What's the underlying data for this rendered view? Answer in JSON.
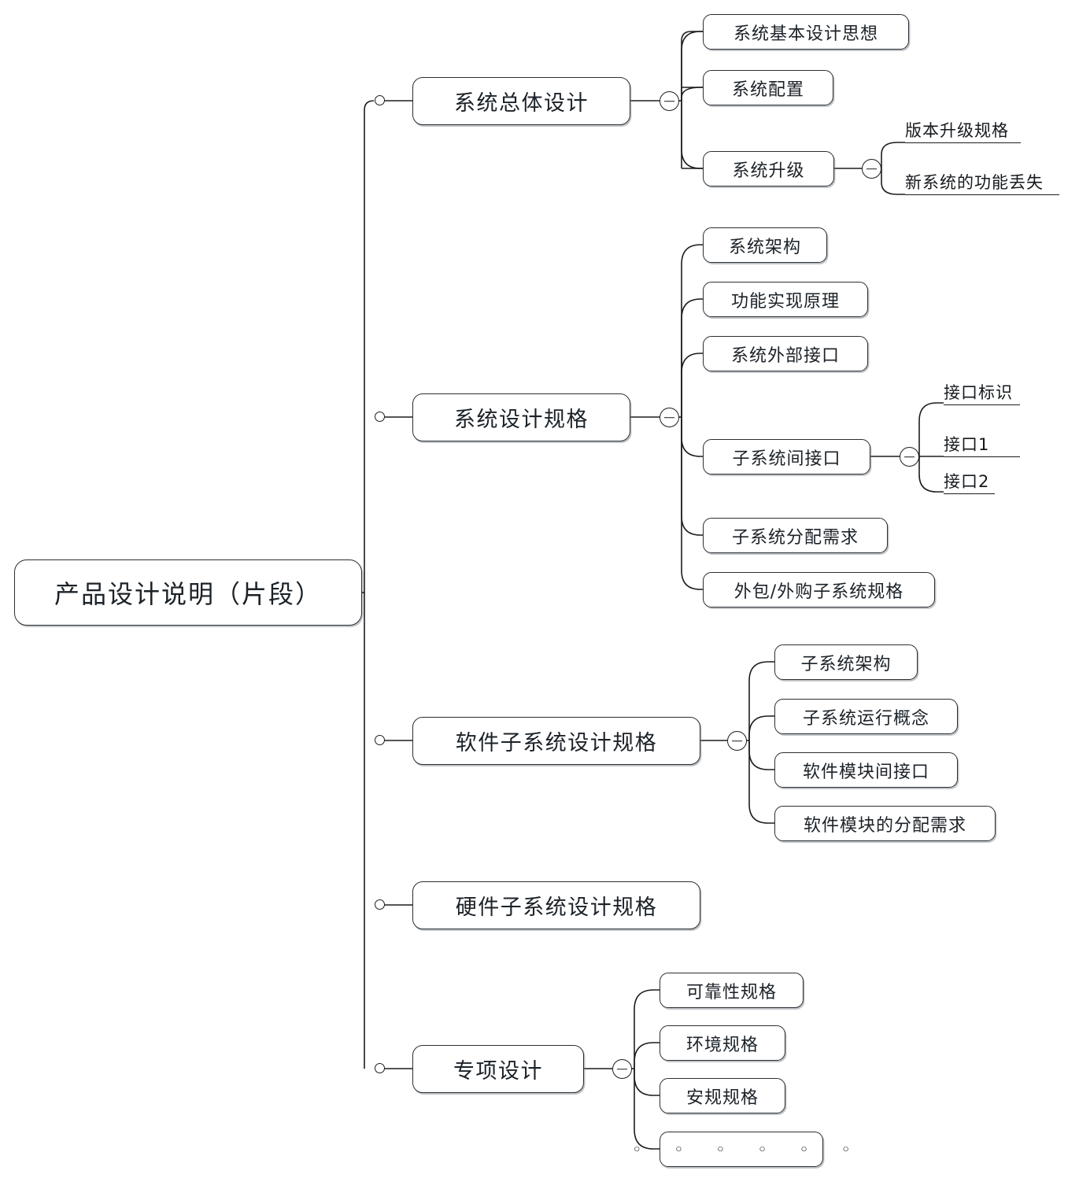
{
  "diagram": {
    "type": "mindmap",
    "title": "产品设计说明（片段）",
    "orientation": "left-to-right",
    "accent_color": "#1b2228",
    "background": "#ffffff"
  },
  "root": {
    "label": "产品设计说明（片段）"
  },
  "branches": [
    {
      "label": "系统总体设计",
      "toggle": "−",
      "children": [
        {
          "label": "系统基本设计思想",
          "style": "box"
        },
        {
          "label": "系统配置",
          "style": "box"
        },
        {
          "label": "系统升级",
          "style": "box",
          "toggle": "−",
          "children": [
            {
              "label": "版本升级规格",
              "style": "underline"
            },
            {
              "label": "新系统的功能丢失",
              "style": "underline"
            }
          ]
        }
      ]
    },
    {
      "label": "系统设计规格",
      "toggle": "−",
      "children": [
        {
          "label": "系统架构",
          "style": "box"
        },
        {
          "label": "功能实现原理",
          "style": "box"
        },
        {
          "label": "系统外部接口",
          "style": "box"
        },
        {
          "label": "子系统间接口",
          "style": "box",
          "toggle": "−",
          "children": [
            {
              "label": "接口标识",
              "style": "underline"
            },
            {
              "label": "接口1",
              "style": "underline"
            },
            {
              "label": "接口2",
              "style": "underline"
            }
          ]
        },
        {
          "label": "子系统分配需求",
          "style": "box"
        },
        {
          "label": "外包/外购子系统规格",
          "style": "box"
        }
      ]
    },
    {
      "label": "软件子系统设计规格",
      "toggle": "−",
      "children": [
        {
          "label": "子系统架构",
          "style": "box"
        },
        {
          "label": "子系统运行概念",
          "style": "box"
        },
        {
          "label": "软件模块间接口",
          "style": "box"
        },
        {
          "label": "软件模块的分配需求",
          "style": "box"
        }
      ]
    },
    {
      "label": "硬件子系统设计规格",
      "children": []
    },
    {
      "label": "专项设计",
      "toggle": "−",
      "children": [
        {
          "label": "可靠性规格",
          "style": "box"
        },
        {
          "label": "环境规格",
          "style": "box"
        },
        {
          "label": "安规规格",
          "style": "box"
        },
        {
          "label": "◦ ◦ ◦ ◦ ◦ ◦",
          "style": "box-dots"
        }
      ]
    }
  ]
}
